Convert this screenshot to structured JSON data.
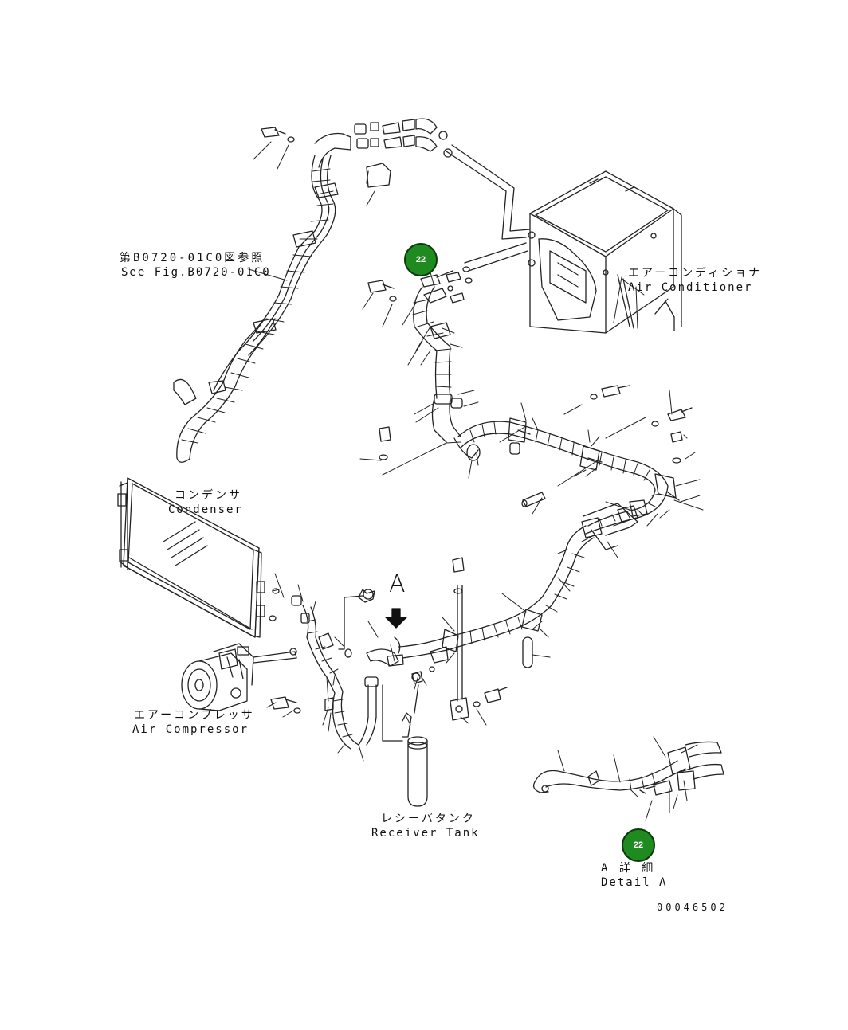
{
  "labels": {
    "see_fig_ja": "第B0720-01C0図参照",
    "see_fig_en": "See Fig.B0720-01C0",
    "air_conditioner_ja": "エアーコンディショナ",
    "air_conditioner_en": "Air Conditioner",
    "condenser_ja": "コンデンサ",
    "condenser_en": "Condenser",
    "air_compressor_ja": "エアーコンプレッサ",
    "air_compressor_en": "Air Compressor",
    "receiver_tank_ja": "レシーバタンク",
    "receiver_tank_en": "Receiver Tank",
    "view_marker": "A",
    "detail_ja": "A 詳 細",
    "detail_en": "Detail A",
    "drawing_number": "00046502"
  },
  "callouts": [
    {
      "number": "22",
      "color": "#1f8a1f"
    },
    {
      "number": "22",
      "color": "#1f8a1f"
    }
  ]
}
